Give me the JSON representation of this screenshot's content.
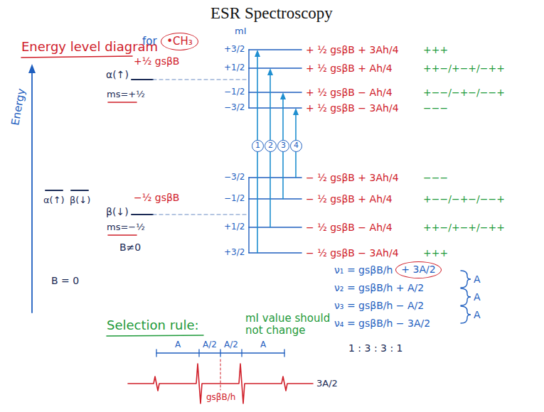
{
  "diagram": {
    "title": "ESR Spectroscopy",
    "nodes": [
      {
        "text": [
          "•CH₃"
        ]
      },
      {
        "text": [
          "1"
        ]
      },
      {
        "text": [
          "2"
        ]
      },
      {
        "text": [
          "3"
        ]
      },
      {
        "text": [
          "4"
        ]
      },
      {
        "text": [
          "+ 3A/2"
        ]
      }
    ],
    "labels": [
      "Energy level diagram",
      "for",
      "Energy",
      "α(↑)",
      "β(↓)",
      "B = 0",
      "α(↑)",
      "+½ gsβB",
      "ms=+½",
      "β(↓)",
      "−½ gsβB",
      "ms=−½",
      "B≠0",
      "mI",
      "+3/2",
      "+1/2",
      "−1/2",
      "−3/2",
      "−3/2",
      "−1/2",
      "+1/2",
      "+3/2",
      "+ ½ gsβB + 3Ah/4",
      "+ ½ gsβB + Ah/4",
      "+ ½ gsβB − Ah/4",
      "+ ½ gsβB − 3Ah/4",
      "− ½ gsβB + 3Ah/4",
      "− ½ gsβB + Ah/4",
      "− ½ gsβB − Ah/4",
      "− ½ gsβB − 3Ah/4",
      "+++",
      "++−/+−+/−++",
      "+−−/−+−/−−+",
      "−−−",
      "−−−",
      "+−−/−+−/−−+",
      "++−/+−+/−++",
      "+++",
      "ν₁ = gsβB/h",
      "ν₂ = gsβB/h + A/2",
      "ν₃ = gsβB/h − A/2",
      "ν₄ = gsβB/h − 3A/2",
      "A",
      "A",
      "A",
      "1 : 3 : 3 : 1",
      "Selection rule:",
      "mI value should not change",
      "A",
      "A/2",
      "A/2",
      "A",
      "gsβB/h",
      "3A/2"
    ]
  }
}
